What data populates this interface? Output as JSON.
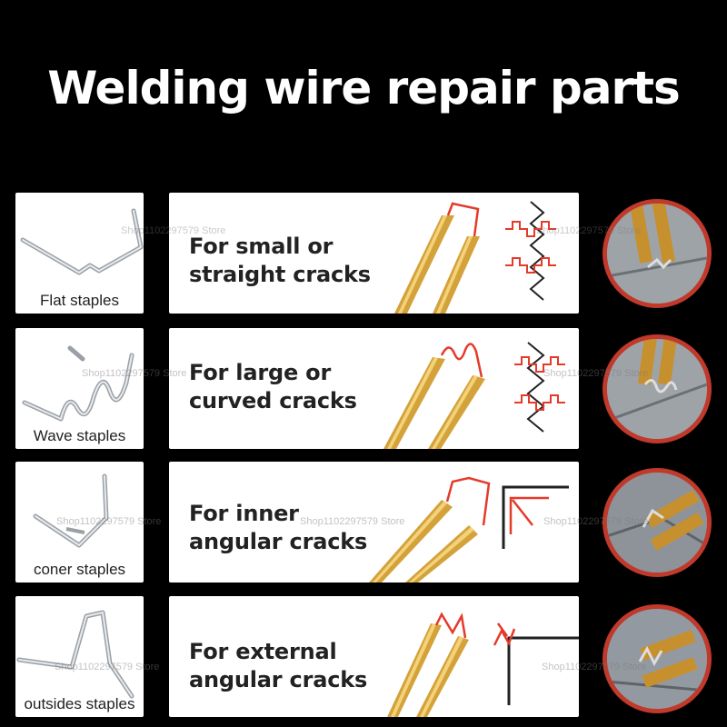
{
  "title": "Welding wire repair parts",
  "watermark": "Shop1102297579 Store",
  "accent_color": "#e53a2a",
  "rows": [
    {
      "staple_label": "Flat staples",
      "use_line1": "For small or",
      "use_line2": "straight cracks",
      "staple_icon": "flat-staple-icon",
      "pattern_icon": "zigzag-pattern-icon"
    },
    {
      "staple_label": "Wave staples",
      "use_line1": "For large or",
      "use_line2": "curved cracks",
      "staple_icon": "wave-staple-icon",
      "pattern_icon": "zigzag-pattern-icon"
    },
    {
      "staple_label": "coner staples",
      "use_line1": "For inner",
      "use_line2": "angular cracks",
      "staple_icon": "corner-staple-icon",
      "pattern_icon": "inner-angle-pattern-icon"
    },
    {
      "staple_label": "outsides staples",
      "use_line1": "For external",
      "use_line2": "angular cracks",
      "staple_icon": "outside-staple-icon",
      "pattern_icon": "outer-angle-pattern-icon"
    }
  ]
}
